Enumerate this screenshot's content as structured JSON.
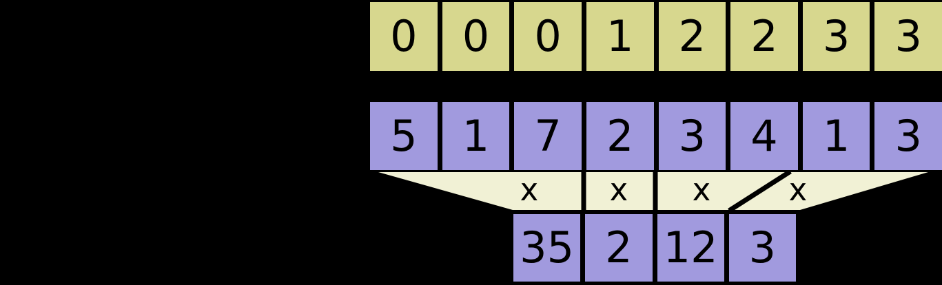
{
  "colors": {
    "background": "#000000",
    "index_row_fill": "#d7d78e",
    "value_row_fill": "#a19ade",
    "product_row_fill": "#a19ade",
    "funnel_fill": "#f1f1d5",
    "divider": "#000000",
    "text": "#000000"
  },
  "index_row": {
    "cells": [
      "0",
      "0",
      "0",
      "1",
      "2",
      "2",
      "3",
      "3"
    ]
  },
  "value_row": {
    "cells": [
      "5",
      "1",
      "7",
      "2",
      "3",
      "4",
      "1",
      "3"
    ]
  },
  "funnel": {
    "operators": [
      "x",
      "x",
      "x",
      "x"
    ]
  },
  "product_row": {
    "cells": [
      "35",
      "2",
      "12",
      "3"
    ]
  }
}
